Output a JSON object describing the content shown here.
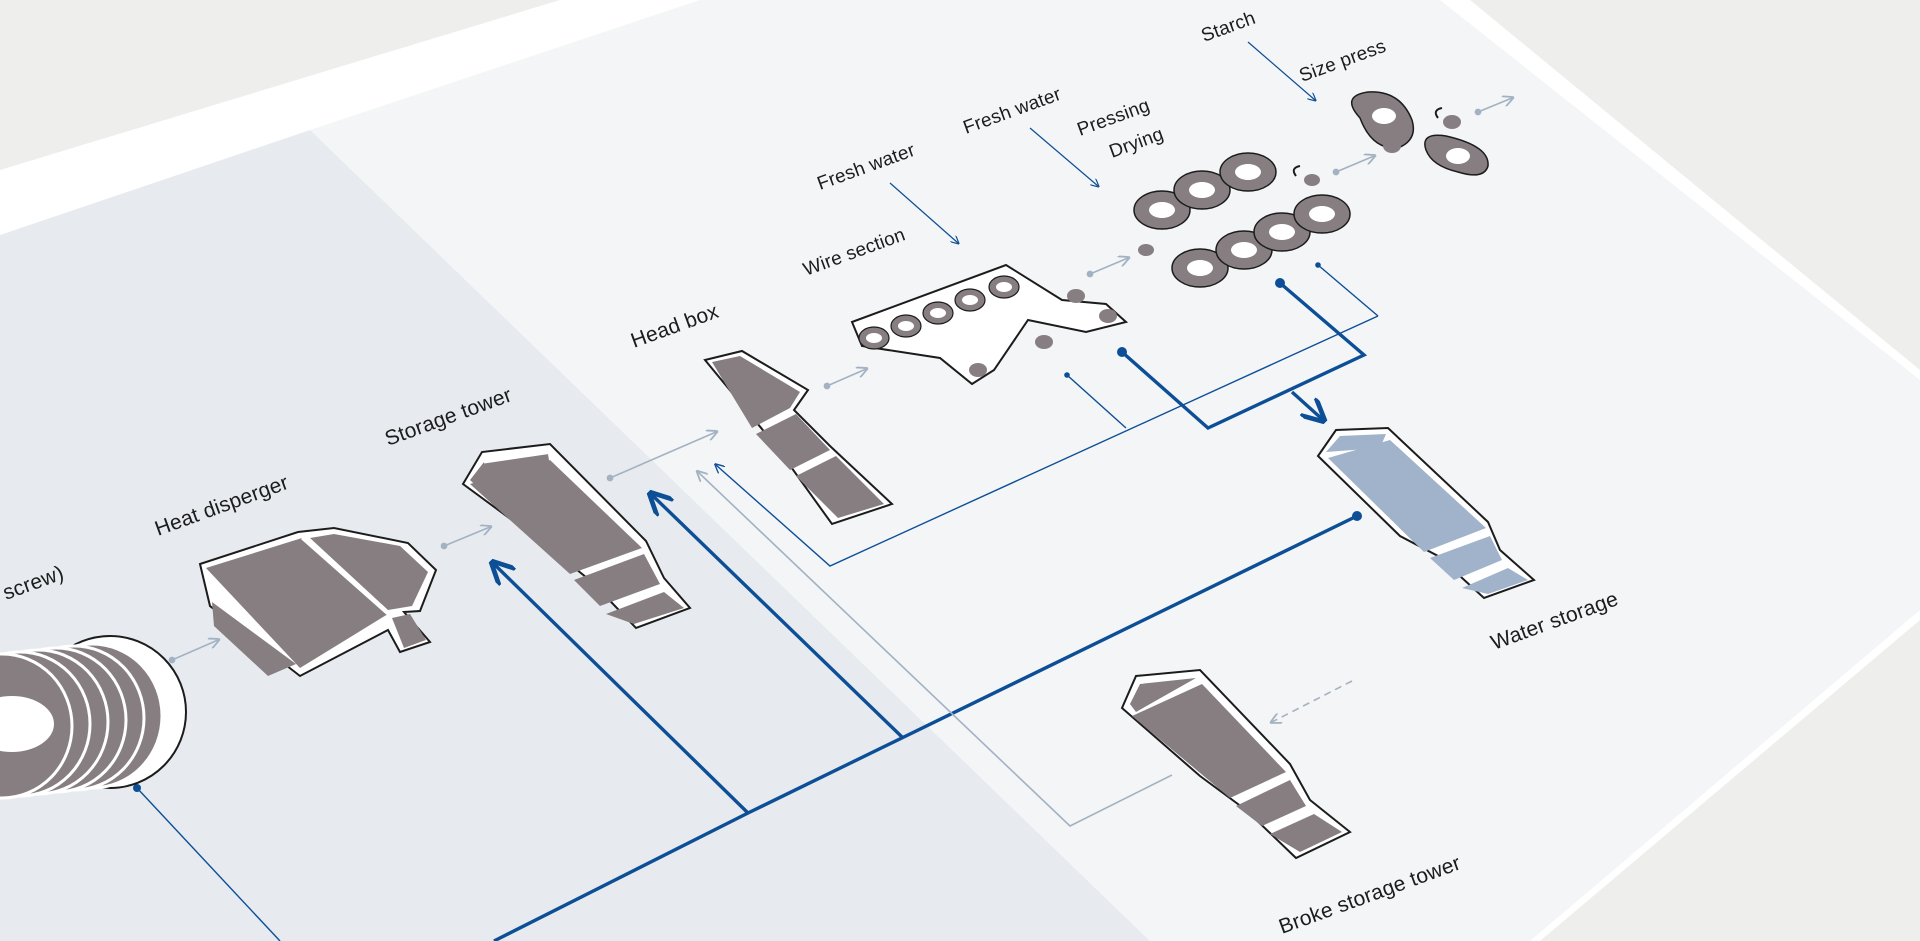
{
  "labels": {
    "screw": "screw)",
    "heat_disperger": "Heat disperger",
    "storage_tower": "Storage tower",
    "head_box": "Head box",
    "wire_section": "Wire section",
    "fresh_water_1": "Fresh water",
    "fresh_water_2": "Fresh water",
    "pressing": "Pressing",
    "drying": "Drying",
    "starch": "Starch",
    "size_press": "Size press",
    "water_storage": "Water storage",
    "broke_storage_tower": "Broke storage tower"
  },
  "colors": {
    "background": "#eeeeed",
    "sheet": "#ffffff",
    "panel_left": "#e7ebef",
    "panel_right": "#f3f5f7",
    "machine_fill": "#877e81",
    "machine_outline": "#1c1c1c",
    "water_fill": "#a0b3cb",
    "blue_flow": "#0d4f96",
    "grey_flow": "#a3b2c2"
  }
}
